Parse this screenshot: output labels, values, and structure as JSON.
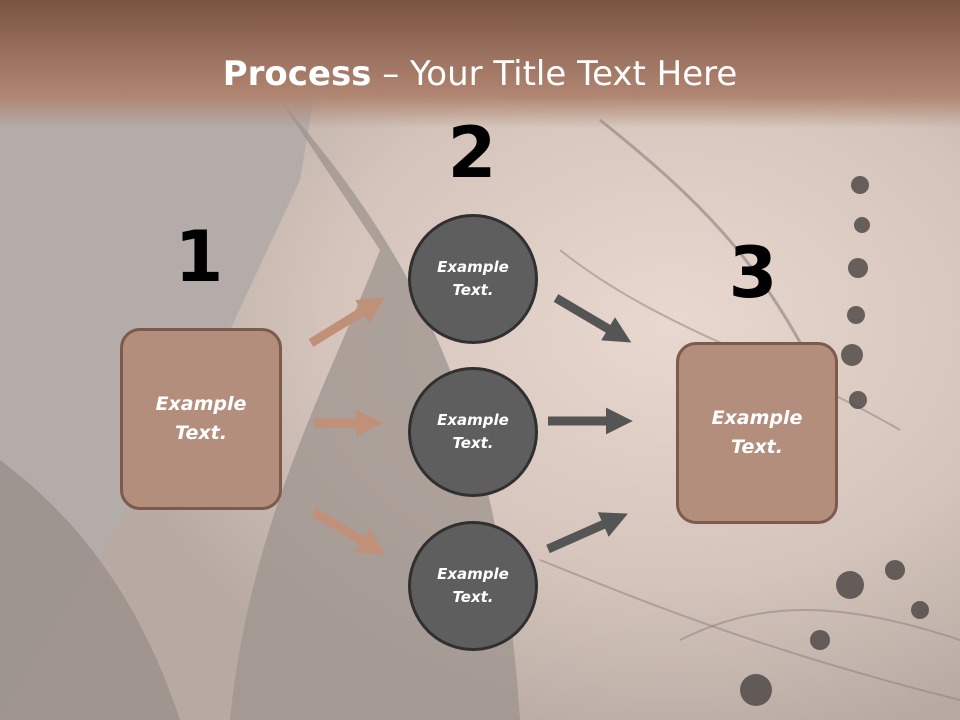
{
  "title": {
    "bold": "Process",
    "rest": " – Your Title Text Here"
  },
  "steps": {
    "one": "1",
    "two": "2",
    "three": "3"
  },
  "left_box": {
    "line1": "Example",
    "line2": "Text."
  },
  "right_box": {
    "line1": "Example",
    "line2": "Text."
  },
  "circles": [
    {
      "line1": "Example",
      "line2": "Text."
    },
    {
      "line1": "Example",
      "line2": "Text."
    },
    {
      "line1": "Example",
      "line2": "Text."
    }
  ],
  "colors": {
    "header": "#9c7260",
    "box_fill": "#b48e7c",
    "circle_fill": "#5e5e5e",
    "left_arrows": "#c09078",
    "right_arrows": "#555555"
  }
}
